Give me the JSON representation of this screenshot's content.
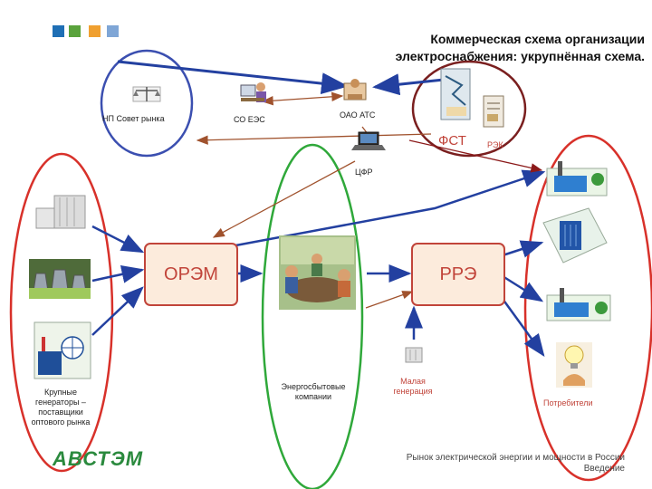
{
  "header": {
    "title_line1": "Коммерческая схема организации",
    "title_line2": "электроснабжения: укрупнённая схема."
  },
  "nodes": {
    "np_sovet": "НП Совет рынка",
    "so_ees": "СО ЕЭС",
    "oao_ats": "ОАО АТС",
    "fst": "ФСТ",
    "rek": "РЭК",
    "cfr": "ЦФР",
    "orem": "ОРЭМ",
    "rre": "РРЭ",
    "generators": "Крупные генераторы – поставщики оптового рынка",
    "sales_companies": "Энергосбытовые компании",
    "small_generation": "Малая генерация",
    "consumers": "Потребители"
  },
  "colors": {
    "tag1": "#1f6fb5",
    "tag2": "#5aa33c",
    "tag3": "#f0a030",
    "tag4": "#7fa6d6",
    "blue_oval": "#3b4fb0",
    "red_oval": "#d8312a",
    "green_oval": "#2fa83a",
    "brown_oval": "#7a1f1f",
    "arrow_blue": "#2340a0",
    "arrow_brown": "#a0522d",
    "arrow_dark_red": "#8b1a1a"
  },
  "logo": "АВСТЭМ",
  "footer": {
    "line1": "Рынок электрической энергии и мощности в России",
    "line2": "Введение"
  }
}
